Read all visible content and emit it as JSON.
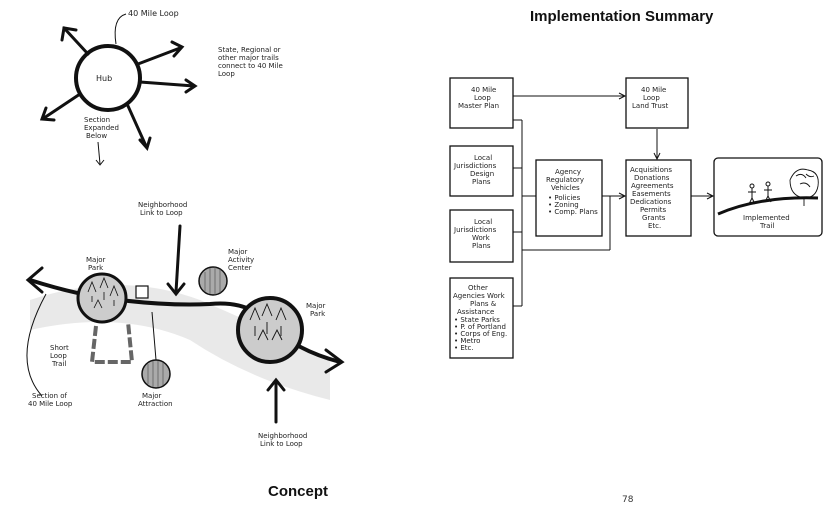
{
  "left": {
    "hub_label": "Hub",
    "loop_label": "40 Mile Loop",
    "trails_note": [
      "State, Regional or",
      "other major trails",
      "connect to 40 Mile",
      "Loop"
    ],
    "section_note": [
      "Section",
      "Expanded",
      "Below"
    ],
    "neighborhood_top": [
      "Neighborhood",
      "Link to Loop"
    ],
    "major_activity": [
      "Major",
      "Activity",
      "Center"
    ],
    "major_park_left": [
      "Major",
      "Park"
    ],
    "major_park_right": [
      "Major",
      "Park"
    ],
    "short_loop": [
      "Short",
      "Loop",
      "Trail"
    ],
    "section_of_loop": [
      "Section of",
      "40 Mile Loop"
    ],
    "major_attraction": [
      "Major",
      "Attraction"
    ],
    "neighborhood_bottom": [
      "Neighborhood",
      "Link to Loop"
    ],
    "concept_title": "Concept"
  },
  "right": {
    "title": "Implementation Summary",
    "boxes": {
      "master_plan": [
        "40 Mile",
        "Loop",
        "Master Plan"
      ],
      "land_trust": [
        "40 Mile",
        "Loop",
        "Land Trust"
      ],
      "local_design": [
        "Local",
        "Jurisdictions",
        "Design",
        "Plans"
      ],
      "agency_vehicles": [
        "Agency",
        "Regulatory",
        "Vehicles"
      ],
      "agency_bullets": [
        "• Policies",
        "• Zoning",
        "• Comp. Plans"
      ],
      "acquisitions": [
        "Acquisitions",
        "Donations",
        "Agreements",
        "Easements",
        "Dedications",
        "Permits",
        "Grants",
        "Etc."
      ],
      "implemented": [
        "Implemented",
        "Trail"
      ],
      "local_work": [
        "Local",
        "Jurisdictions",
        "Work",
        "Plans"
      ],
      "other_agencies": [
        "Other",
        "Agencies Work",
        "Plans &",
        "Assistance"
      ],
      "other_bullets": [
        "• State Parks",
        "• P. of Portland",
        "• Corps of Eng.",
        "• Metro",
        "• Etc."
      ]
    },
    "page_number": "78"
  }
}
